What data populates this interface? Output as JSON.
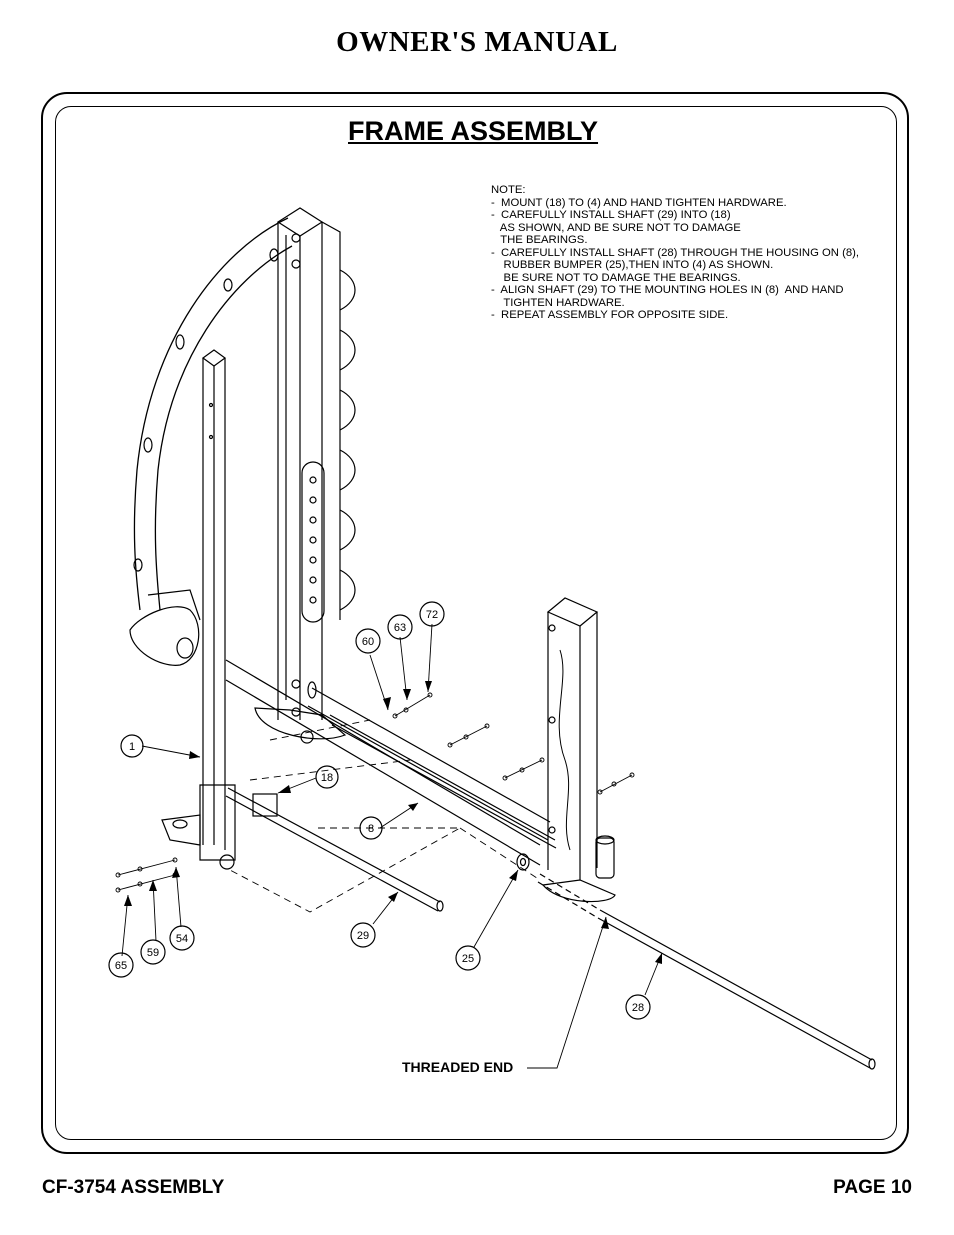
{
  "header": {
    "title": "OWNER'S MANUAL"
  },
  "section": {
    "title": "FRAME ASSEMBLY"
  },
  "note": {
    "lines": [
      "NOTE:",
      "-  MOUNT (18) TO (4) AND HAND TIGHTEN HARDWARE.",
      "-  CAREFULLY INSTALL SHAFT (29) INTO (18)",
      "   AS SHOWN, AND BE SURE NOT TO DAMAGE",
      "   THE BEARINGS.",
      "-  CAREFULLY INSTALL SHAFT (28) THROUGH THE HOUSING ON (8),",
      "    RUBBER BUMPER (25),THEN INTO (4) AS SHOWN.",
      "    BE SURE NOT TO DAMAGE THE BEARINGS.",
      "-  ALIGN SHAFT (29) TO THE MOUNTING HOLES IN (8)  AND HAND",
      "    TIGHTEN HARDWARE.",
      "-  REPEAT ASSEMBLY FOR OPPOSITE SIDE."
    ]
  },
  "callouts": {
    "c1": "1",
    "c8": "8",
    "c18": "18",
    "c25": "25",
    "c28": "28",
    "c29": "29",
    "c54": "54",
    "c59": "59",
    "c60": "60",
    "c63": "63",
    "c65": "65",
    "c72": "72"
  },
  "threaded_end_label": "THREADED END",
  "footer": {
    "left": "CF-3754 ASSEMBLY",
    "right": "PAGE 10"
  }
}
